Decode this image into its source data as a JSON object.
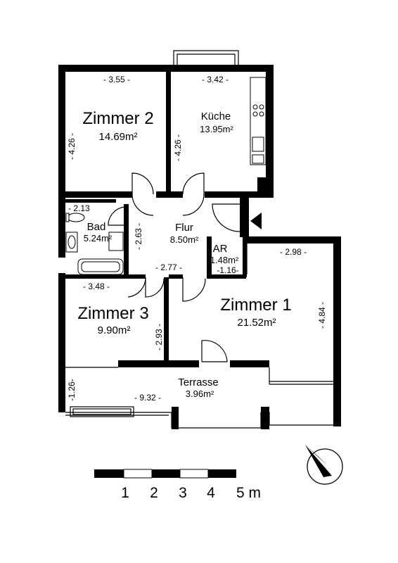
{
  "rooms": {
    "zimmer2": {
      "name": "Zimmer 2",
      "area": "14.69m²",
      "dim_w": "- 3.55 -",
      "dim_h": "- 4.26 -"
    },
    "kueche": {
      "name": "Küche",
      "area": "13.95m²",
      "dim_w": "- 3.42 -",
      "dim_h": "- 4.26 -"
    },
    "bad": {
      "name": "Bad",
      "area": "5.24m²",
      "dim_w": "- 2.13",
      "dim_h": "- 3.48 -"
    },
    "flur": {
      "name": "Flur",
      "area": "8.50m²",
      "dim_w": "- 2.77 -",
      "dim_h": "- 2.63 -"
    },
    "ar": {
      "name": "AR",
      "area": "1.48m²",
      "dim_w": "-1.16-"
    },
    "zimmer1": {
      "name": "Zimmer 1",
      "area": "21.52m²",
      "dim_w": "- 2.98 -",
      "dim_h": "- 4.84 -"
    },
    "zimmer3": {
      "name": "Zimmer 3",
      "area": "9.90m²",
      "dim_h": "- 2.93 -"
    },
    "terrasse": {
      "name": "Terrasse",
      "area": "3.96m²",
      "dim_w": "- 9.32 -",
      "dim_h": "-1.26-"
    }
  },
  "scale": {
    "labels": [
      "1",
      "2",
      "3",
      "4",
      "5 m"
    ]
  },
  "compass": {
    "icon": "north-arrow-icon"
  },
  "entrance": {
    "icon": "entrance-arrow-icon"
  }
}
